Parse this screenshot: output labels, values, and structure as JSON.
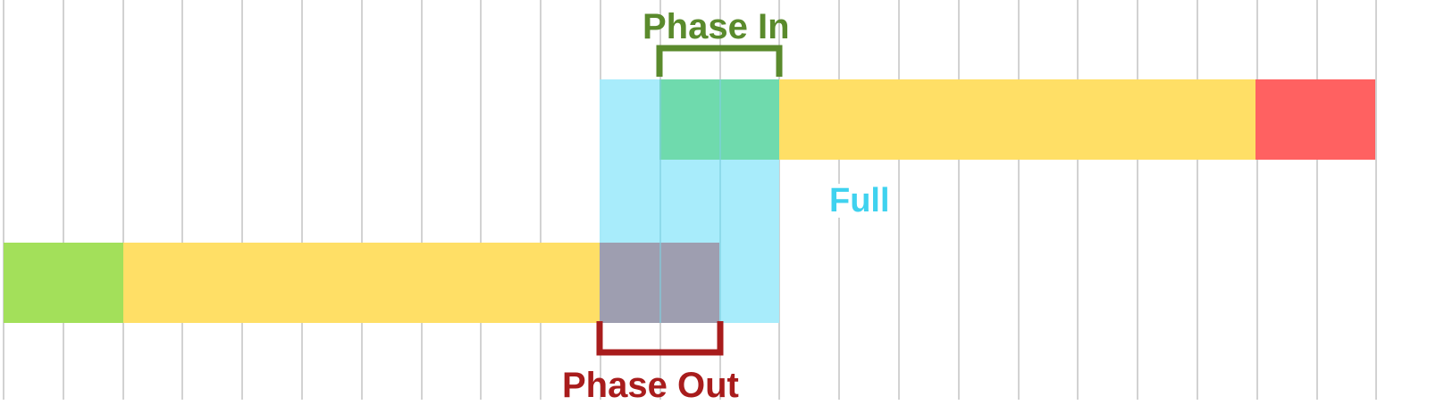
{
  "labels": {
    "phase_in": "Phase In",
    "phase_out": "Phase Out",
    "full": "Full"
  },
  "colors": {
    "gridline": "#d2d2d2",
    "green": "#a3e05a",
    "yellow": "#ffdf66",
    "red": "#ff6161",
    "teal_overlap": "#6fdaad",
    "gray_overlap": "#9e9eb0",
    "cyan_full": "#a3ebfb",
    "phase_in_text": "#5a8a2c",
    "phase_out_text": "#a81c1c",
    "full_text": "#3fd2ef"
  }
}
